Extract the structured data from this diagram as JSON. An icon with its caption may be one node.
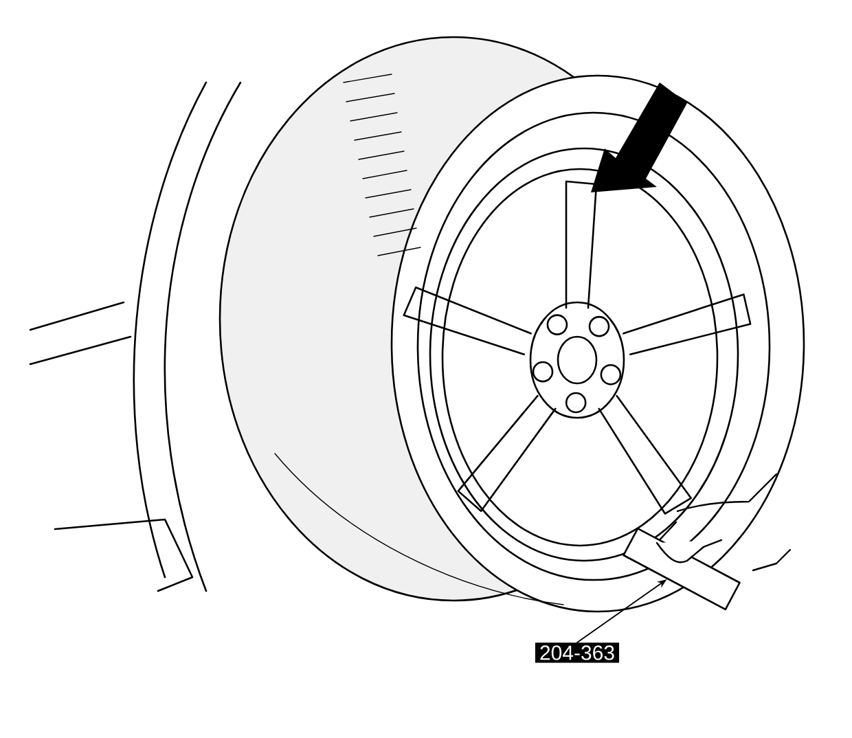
{
  "diagram": {
    "nodes": [
      {
        "text": [
          "204-363"
        ]
      },
      {
        "text": [],
        "shape": "picture"
      }
    ],
    "edges": [
      {
        "from": 0,
        "to": 1,
        "arrow": "to"
      }
    ]
  }
}
